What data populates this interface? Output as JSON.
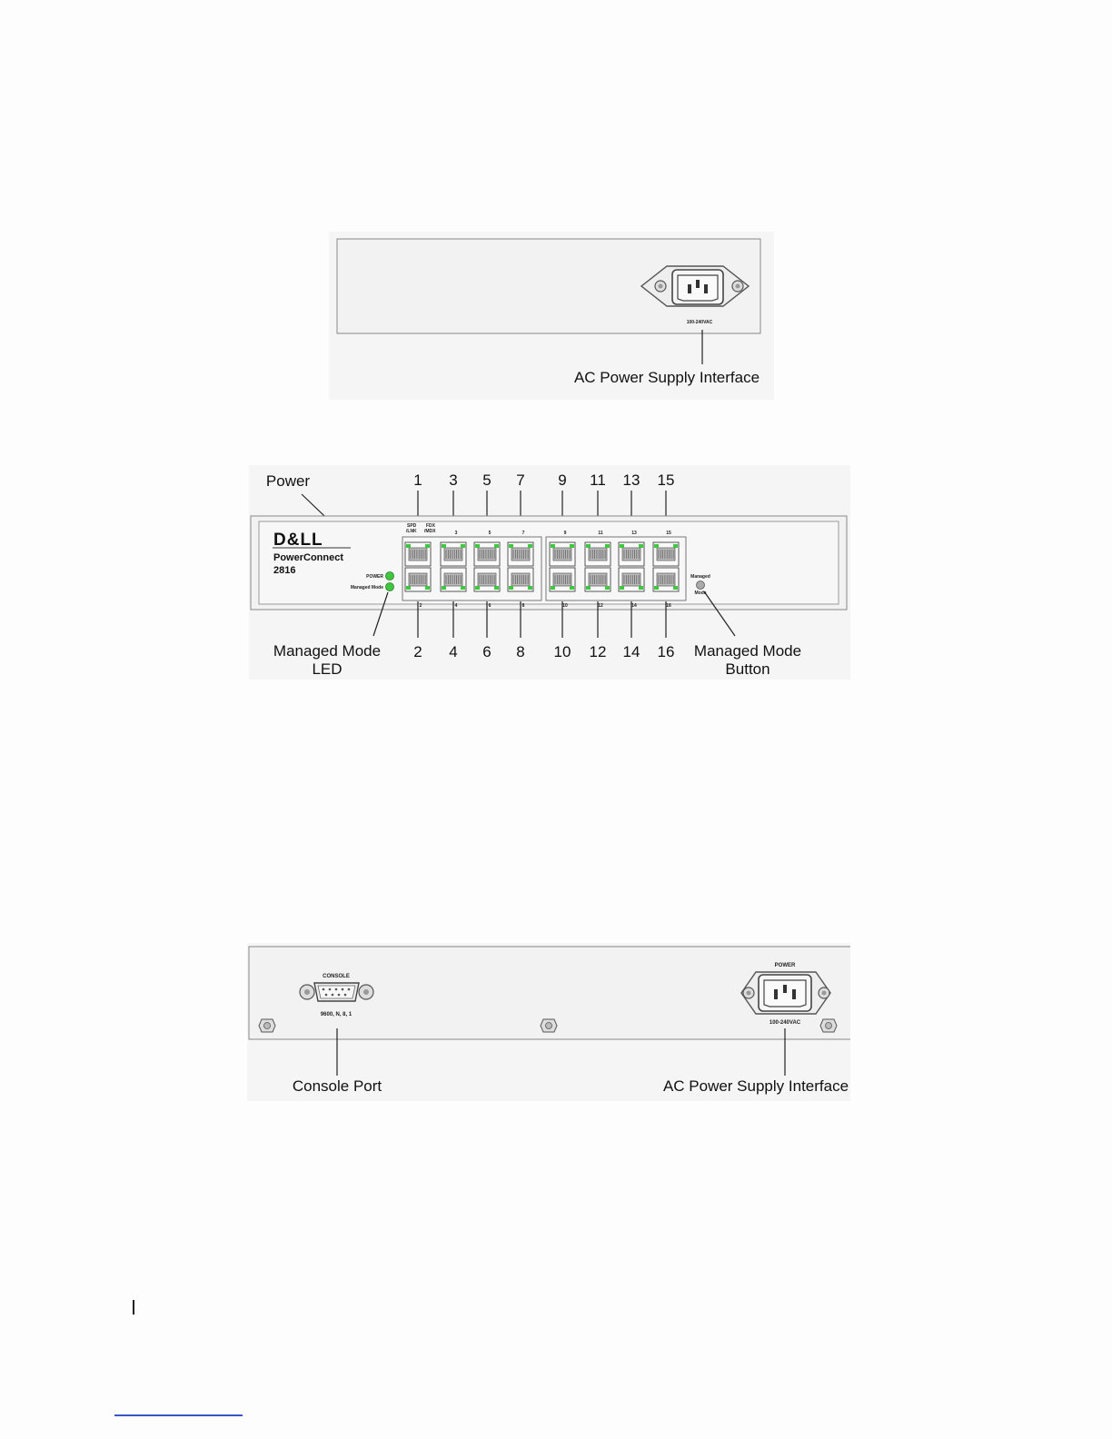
{
  "figure1": {
    "inlet_rating": "100-240VAC",
    "callout": "AC Power Supply Interface"
  },
  "figure2": {
    "brand": "D&LL",
    "model_name": "PowerConnect",
    "model_number": "2816",
    "power_led_label": "POWER",
    "managed_led_label": "Managed Mode",
    "managed_button_label_1": "Managed",
    "managed_button_label_2": "Mode",
    "header_spd": "SPD",
    "header_link": "/LNK",
    "header_fdx": "FDX",
    "header_mdx": "/MDX",
    "top_ports": [
      "1",
      "3",
      "5",
      "7",
      "9",
      "11",
      "13",
      "15"
    ],
    "bottom_ports": [
      "2",
      "4",
      "6",
      "8",
      "10",
      "12",
      "14",
      "16"
    ],
    "callout_power": "Power",
    "callout_managed_led_1": "Managed Mode",
    "callout_managed_led_2": "LED",
    "callout_managed_button_1": "Managed Mode",
    "callout_managed_button_2": "Button",
    "colors": {
      "led_green": "#3fc83f",
      "panel": "#f4f4f4",
      "outline": "#777777"
    }
  },
  "figure3": {
    "console_label": "CONSOLE",
    "console_settings": "9600, N, 8, 1",
    "power_label": "POWER",
    "inlet_rating": "100-240VAC",
    "callout_console": "Console Port",
    "callout_power": "AC Power Supply Interface"
  }
}
